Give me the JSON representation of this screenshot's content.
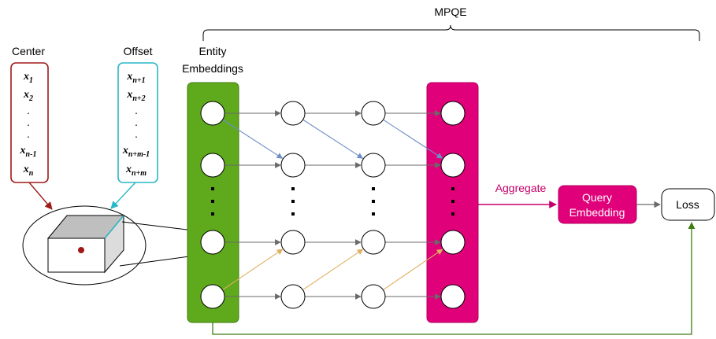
{
  "title": "MPQE",
  "center": {
    "label": "Center",
    "items": [
      {
        "base": "x",
        "sub": "1"
      },
      {
        "base": "x",
        "sub": "2"
      },
      {
        "base": ".",
        "sub": ""
      },
      {
        "base": ".",
        "sub": ""
      },
      {
        "base": ".",
        "sub": ""
      },
      {
        "base": "x",
        "sub": "n-1"
      },
      {
        "base": "x",
        "sub": "n"
      }
    ]
  },
  "offset": {
    "label": "Offset",
    "items": [
      {
        "base": "x",
        "sub": "n+1"
      },
      {
        "base": "x",
        "sub": "n+2"
      },
      {
        "base": ".",
        "sub": ""
      },
      {
        "base": ".",
        "sub": ""
      },
      {
        "base": ".",
        "sub": ""
      },
      {
        "base": "x",
        "sub": "n+m-1"
      },
      {
        "base": "x",
        "sub": "n+m"
      }
    ]
  },
  "entity_embeddings": {
    "line1": "Entity",
    "line2": "Embeddings"
  },
  "aggregate": "Aggregate",
  "query_embedding": {
    "line1": "Query",
    "line2": "Embedding"
  },
  "loss": "Loss",
  "colors": {
    "green": "#5fa91c",
    "green_dark": "#3f7d12",
    "magenta": "#e0007a",
    "magenta_dark": "#b50063",
    "center_border": "#a01818",
    "offset_border": "#29b8c8",
    "gray_arrow": "#6a6a6a",
    "blue_arrow": "#6d8fc4",
    "gold_arrow": "#e0b060",
    "box_front": "#ffffff",
    "box_top": "#bfbfbf",
    "box_side": "#dcdcdc",
    "center_point": "#a01818",
    "loss_link": "#3f7d12"
  }
}
